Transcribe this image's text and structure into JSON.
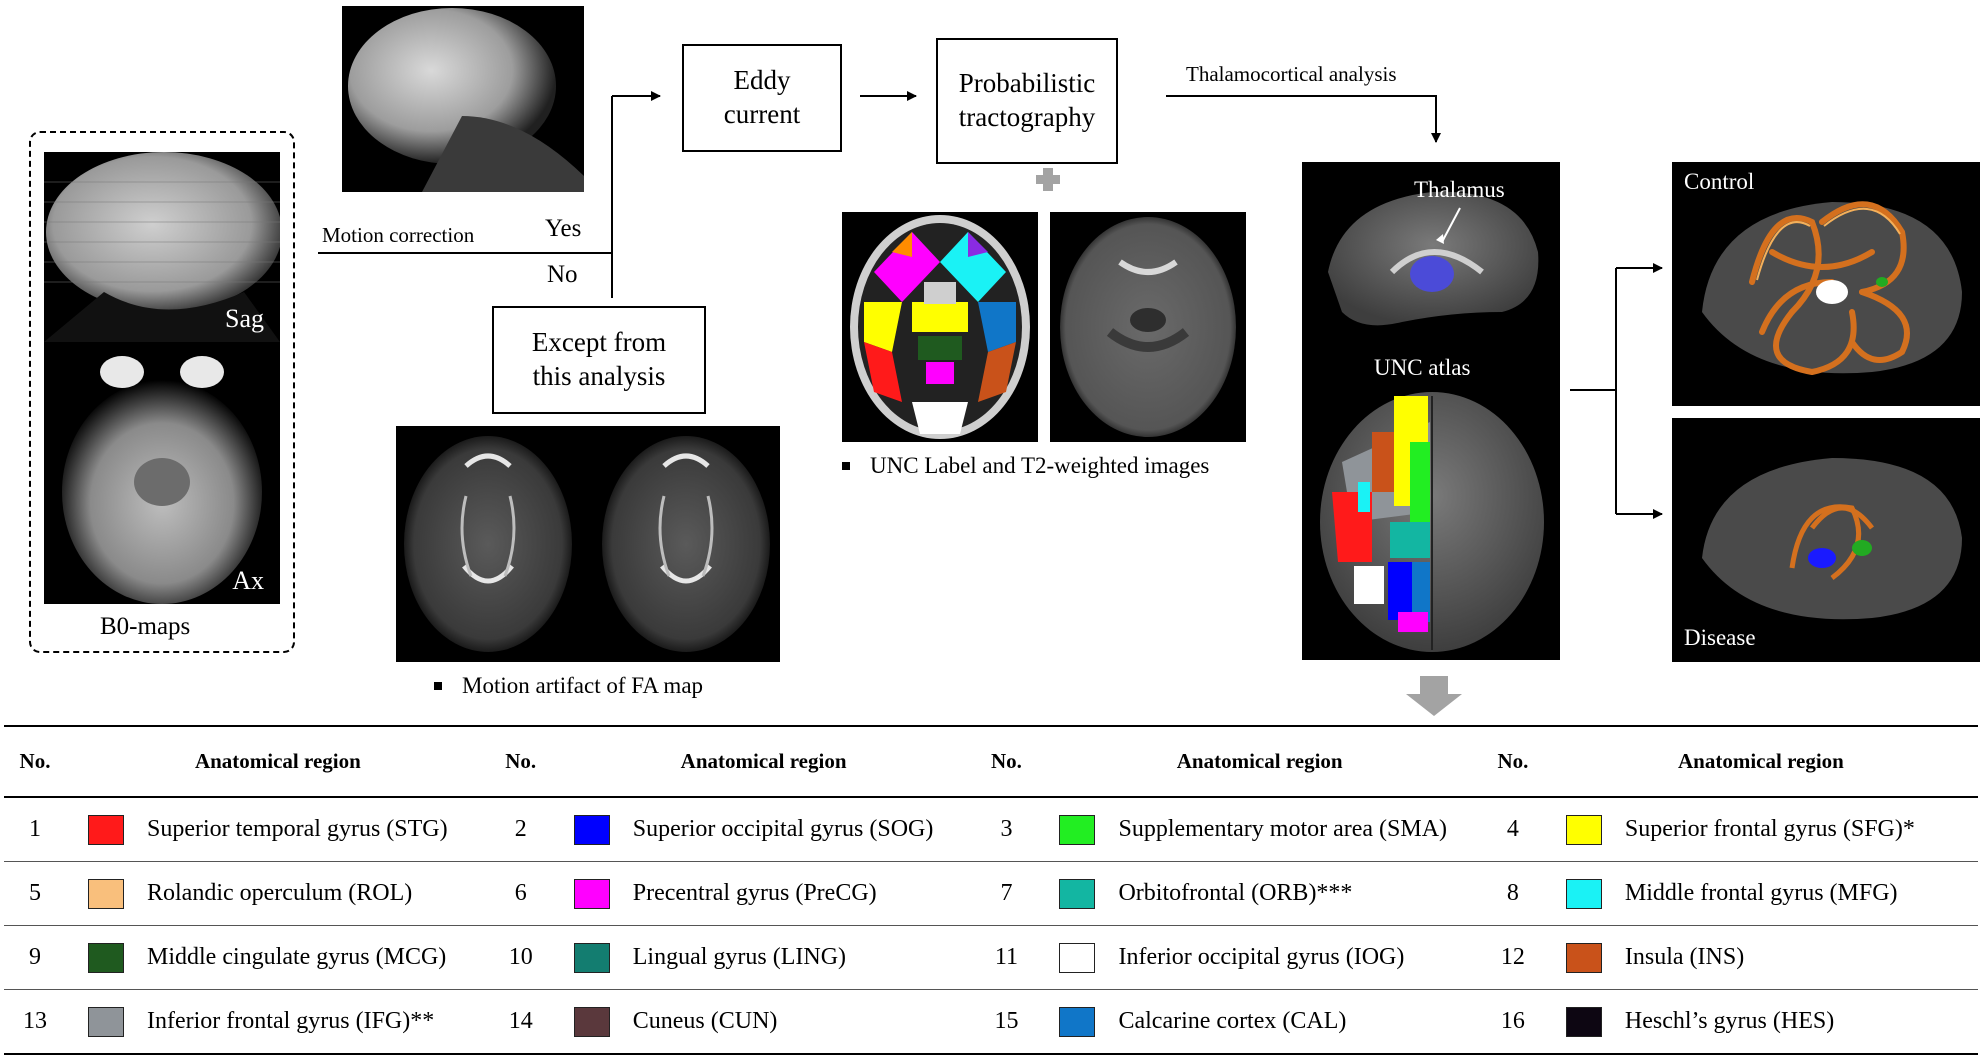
{
  "b0": {
    "sag_label": "Sag",
    "ax_label": "Ax",
    "caption": "B0-maps"
  },
  "flow": {
    "motion_correction": "Motion correction",
    "yes": "Yes",
    "no": "No",
    "except_box": "Except from this analysis",
    "eddy_box": "Eddy current",
    "prob_box": "Probabilistic tractography",
    "thalamocortical": "Thalamocortical analysis",
    "fa_caption": "Motion artifact of FA map",
    "unc_caption": "UNC Label and T2-weighted images"
  },
  "atlas_panel": {
    "thalamus_label": "Thalamus",
    "unc_label": "UNC atlas"
  },
  "results": {
    "control_label": "Control",
    "disease_label": "Disease"
  },
  "legend": {
    "headers": {
      "no": "No.",
      "region": "Anatomical region"
    },
    "regions": [
      {
        "no": "1",
        "name": "Superior temporal gyrus (STG)",
        "color": "#ff1a1a"
      },
      {
        "no": "2",
        "name": "Superior occipital gyrus (SOG)",
        "color": "#0000ff"
      },
      {
        "no": "3",
        "name": "Supplementary motor area (SMA)",
        "color": "#22ee22"
      },
      {
        "no": "4",
        "name": "Superior frontal gyrus (SFG)*",
        "color": "#ffff00"
      },
      {
        "no": "5",
        "name": "Rolandic operculum (ROL)",
        "color": "#f9bf7c"
      },
      {
        "no": "6",
        "name": "Precentral gyrus (PreCG)",
        "color": "#ff00ff"
      },
      {
        "no": "7",
        "name": "Orbitofrontal (ORB)***",
        "color": "#13b6a2"
      },
      {
        "no": "8",
        "name": "Middle frontal gyrus (MFG)",
        "color": "#1af2f5"
      },
      {
        "no": "9",
        "name": "Middle cingulate gyrus (MCG)",
        "color": "#1f5a1f"
      },
      {
        "no": "10",
        "name": "Lingual gyrus (LING)",
        "color": "#137d70"
      },
      {
        "no": "11",
        "name": "Inferior occipital gyrus (IOG)",
        "color": "#ffffff"
      },
      {
        "no": "12",
        "name": "Insula (INS)",
        "color": "#c9521a"
      },
      {
        "no": "13",
        "name": "Inferior frontal gyrus (IFG)**",
        "color": "#8f9499"
      },
      {
        "no": "14",
        "name": "Cuneus (CUN)",
        "color": "#5a383c"
      },
      {
        "no": "15",
        "name": "Calcarine cortex (CAL)",
        "color": "#1076c8"
      },
      {
        "no": "16",
        "name": "Heschl’s gyrus  (HES)",
        "color": "#0d0612"
      }
    ]
  }
}
